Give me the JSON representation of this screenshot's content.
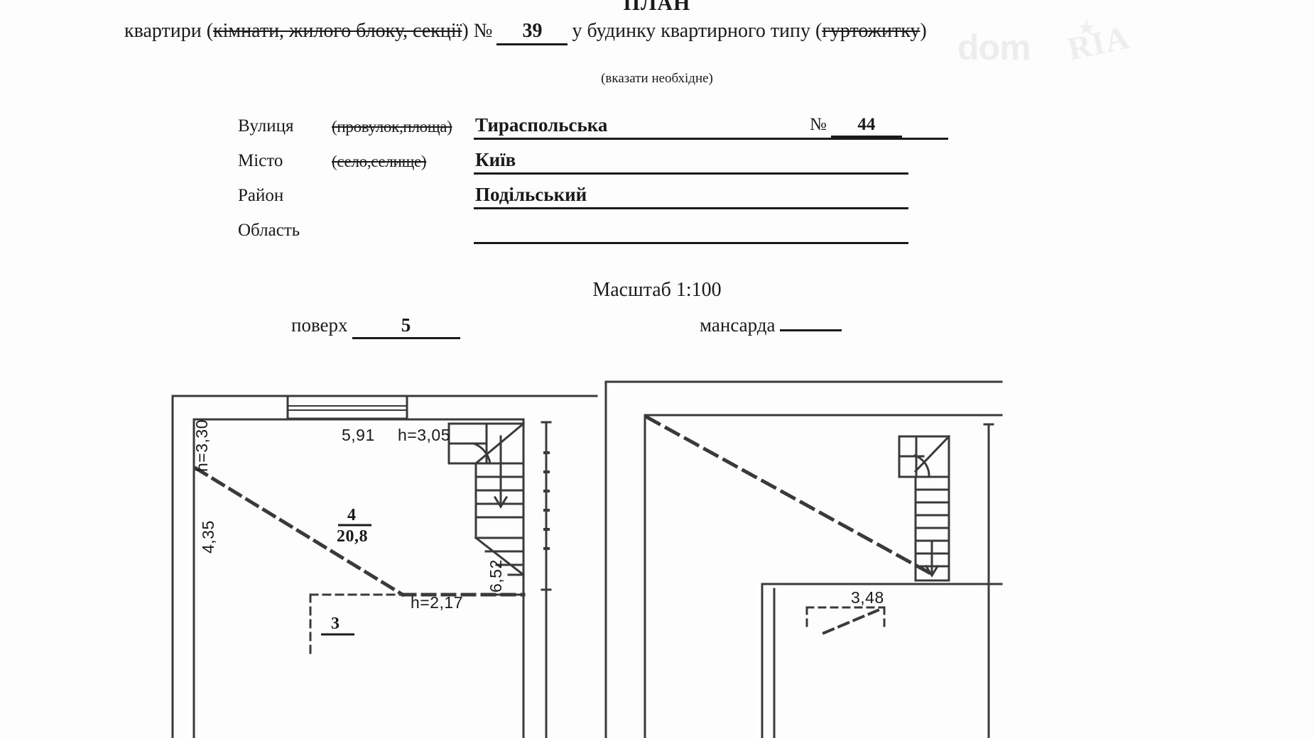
{
  "document": {
    "title": "ПЛАН",
    "headline": {
      "lead": "квартири",
      "paren_open": "(",
      "struck": "кімнати, жилого блоку, секції",
      "paren_close": ")",
      "number_symbol": "№",
      "apartment_number": "39",
      "building_text": "у будинку квартирного типу",
      "building_paren_open": "(",
      "building_struck": "гуртожитку",
      "building_paren_close": ")"
    },
    "hint": "(вказати необхідне)"
  },
  "address": {
    "rows": [
      {
        "label": "Вулиця",
        "paren": "(провулок,площа)",
        "paren_struck": true,
        "value": "Тираспольська"
      },
      {
        "label": "Місто",
        "paren": "(село,селище)",
        "paren_struck": true,
        "value": "Київ"
      },
      {
        "label": "Район",
        "paren": "",
        "paren_struck": false,
        "value": "Подільський"
      },
      {
        "label": "Область",
        "paren": "",
        "paren_struck": false,
        "value": ""
      }
    ],
    "house": {
      "number_symbol": "№",
      "value": "44"
    }
  },
  "scale": {
    "label": "Масштаб 1:100"
  },
  "levels": {
    "floor_label": "поверх",
    "floor_value": "5",
    "mansard_label": "мансарда",
    "mansard_value": ""
  },
  "plans": {
    "left": {
      "name": "поверх 5",
      "annotations": [
        {
          "text": "5,91",
          "kind": "dimension"
        },
        {
          "text": "h=3,05",
          "kind": "height"
        },
        {
          "text": "h=3,30",
          "kind": "height"
        },
        {
          "text": "4,35",
          "kind": "dimension"
        },
        {
          "text": "h=2,17",
          "kind": "height"
        },
        {
          "text": "6,52",
          "kind": "dimension"
        }
      ],
      "rooms": [
        {
          "number": "4",
          "area": "20,8"
        },
        {
          "number": "3",
          "area": ""
        }
      ]
    },
    "right": {
      "name": "мансарда",
      "annotations": [
        {
          "text": "3,48",
          "kind": "dimension"
        }
      ],
      "rooms": []
    }
  },
  "watermark": {
    "brand_left": "dom",
    "brand_right": "RIA",
    "star_glyph": "★"
  },
  "colors": {
    "ink": "#1a1a1a",
    "line": "#3a3a3a",
    "paper": "#fdfdfd",
    "watermark": "#c9c9cf"
  }
}
